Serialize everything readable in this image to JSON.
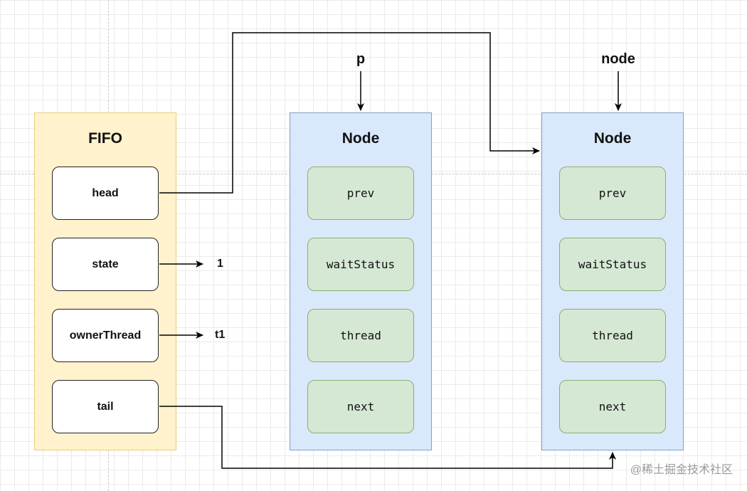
{
  "fifo": {
    "title": "FIFO",
    "fields": [
      "head",
      "state",
      "ownerThread",
      "tail"
    ],
    "state_value": "1",
    "owner_value": "t1"
  },
  "node_p": {
    "pointer": "p",
    "title": "Node",
    "fields": [
      "prev",
      "waitStatus",
      "thread",
      "next"
    ]
  },
  "node_n": {
    "pointer": "node",
    "title": "Node",
    "fields": [
      "prev",
      "waitStatus",
      "thread",
      "next"
    ]
  },
  "watermark": "@稀土掘金技术社区"
}
